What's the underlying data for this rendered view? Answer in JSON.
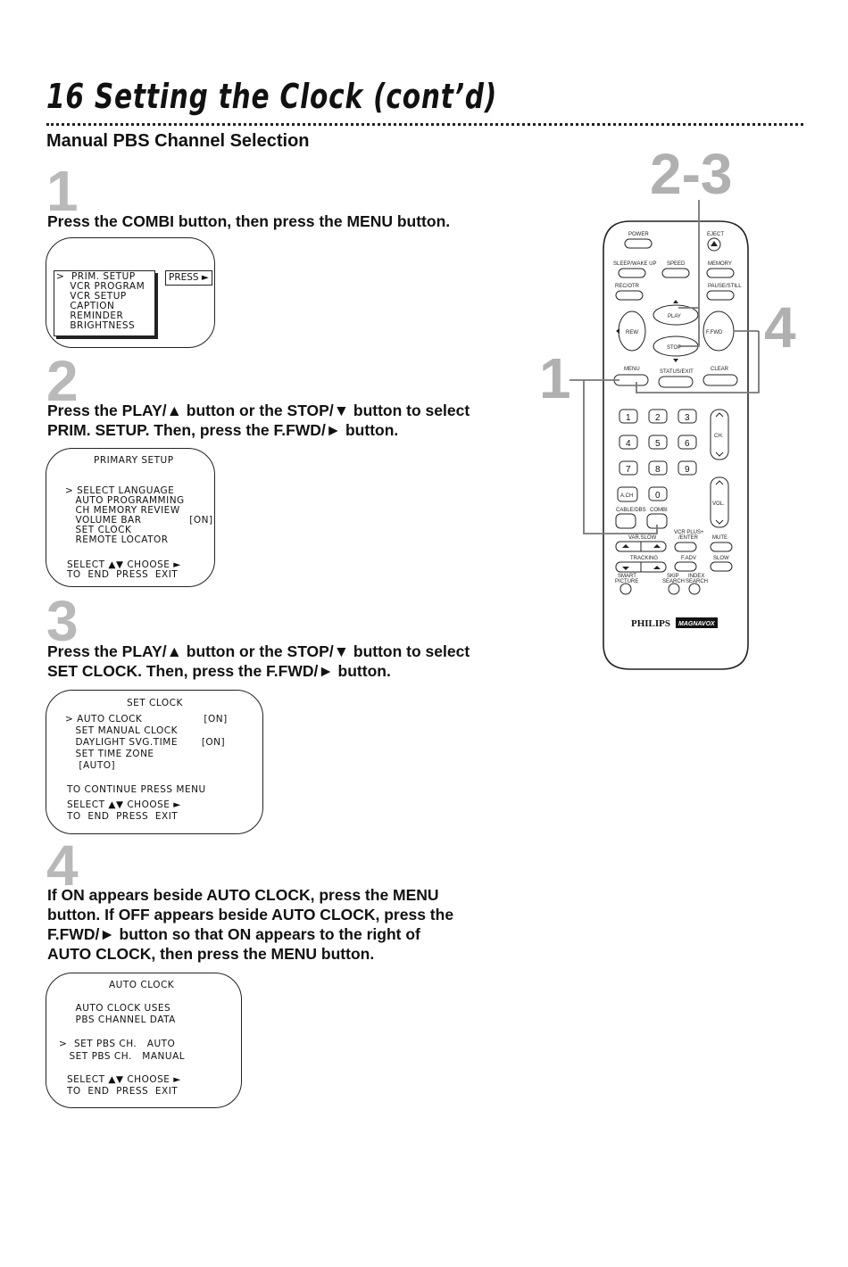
{
  "header": {
    "title": "16  Setting the Clock (cont’d)",
    "section": "Manual PBS Channel Selection"
  },
  "steps": [
    {
      "num": "1",
      "text": "Press the COMBI button, then press the MENU button.",
      "screen": {
        "lines": [
          ">  PRIM. SETUP",
          "    VCR PROGRAM",
          "    VCR SETUP",
          "    CAPTION",
          "    REMINDER",
          "    BRIGHTNESS"
        ],
        "press_label": "PRESS ►"
      }
    },
    {
      "num": "2",
      "text_1": "Press the PLAY/▲ button or the STOP/▼ button to select",
      "text_2": "PRIM. SETUP.  Then, press the F.FWD/► button.",
      "screen": {
        "title": "PRIMARY SETUP",
        "lines": [
          "> SELECT LANGUAGE",
          "   AUTO PROGRAMMING",
          "   CH MEMORY REVIEW",
          "   VOLUME BAR              [ON]",
          "   SET CLOCK",
          "   REMOTE LOCATOR"
        ],
        "footer_1": "SELECT ▲▼ CHOOSE ►",
        "footer_2": "TO  END  PRESS  EXIT"
      }
    },
    {
      "num": "3",
      "text_1": "Press the PLAY/▲ button or the STOP/▼ button to select",
      "text_2": "SET CLOCK. Then, press the F.FWD/► button.",
      "screen": {
        "title": "SET CLOCK",
        "lines": [
          "> AUTO CLOCK                  [ON]",
          "   SET MANUAL CLOCK",
          "   DAYLIGHT SVG.TIME       [ON]",
          "   SET TIME ZONE",
          "    [AUTO]"
        ],
        "footer_0": "TO CONTINUE PRESS MENU",
        "footer_1": "SELECT ▲▼ CHOOSE ►",
        "footer_2": "TO  END  PRESS  EXIT"
      }
    },
    {
      "num": "4",
      "text_1": "If ON appears beside AUTO CLOCK, press the MENU",
      "text_2": "button. If OFF appears beside AUTO CLOCK, press the",
      "text_3": "F.FWD/► button so that ON appears to the right of",
      "text_4": "AUTO CLOCK, then press the MENU button.",
      "screen": {
        "title": "AUTO CLOCK",
        "lines_a": [
          "   AUTO CLOCK USES",
          "   PBS CHANNEL DATA"
        ],
        "lines_b": [
          ">  SET PBS CH.   AUTO",
          "   SET PBS CH.   MANUAL"
        ],
        "footer_1": "SELECT ▲▼ CHOOSE ►",
        "footer_2": "TO  END  PRESS  EXIT"
      }
    }
  ],
  "callouts": {
    "top": "2-3",
    "right": "4",
    "left": "1"
  },
  "remote": {
    "power": "POWER",
    "eject": "EJECT",
    "sleep": "SLEEP/WAKE UP",
    "speed": "SPEED",
    "memory": "MEMORY",
    "rec": "REC/OTR",
    "pause": "PAUSE/STILL",
    "play": "PLAY",
    "rew": "REW",
    "ffwd": "F.FWD",
    "stop": "STOP",
    "menu": "MENU",
    "status": "STATUS/EXIT",
    "clear": "CLEAR",
    "keys": [
      "1",
      "2",
      "3",
      "4",
      "5",
      "6",
      "7",
      "8",
      "9"
    ],
    "ach": "A.CH",
    "zero": "0",
    "ch": "CH.",
    "vol": "VOL.",
    "cable": "CABLE/DBS",
    "combi": "COMBI",
    "vcrplus": "VCR PLUS+",
    "enter": "/ENTER",
    "varslow": "VAR.SLOW",
    "mute": "MUTE",
    "tracking": "TRACKING",
    "fadv": "F.ADV",
    "slow": "SLOW",
    "smart": "SMART",
    "picture": "PICTURE",
    "skip": "SKIP",
    "search1": "SEARCH",
    "index": "INDEX",
    "search2": "SEARCH",
    "brand1": "PHILIPS",
    "brand2": "MAGNAVOX"
  }
}
